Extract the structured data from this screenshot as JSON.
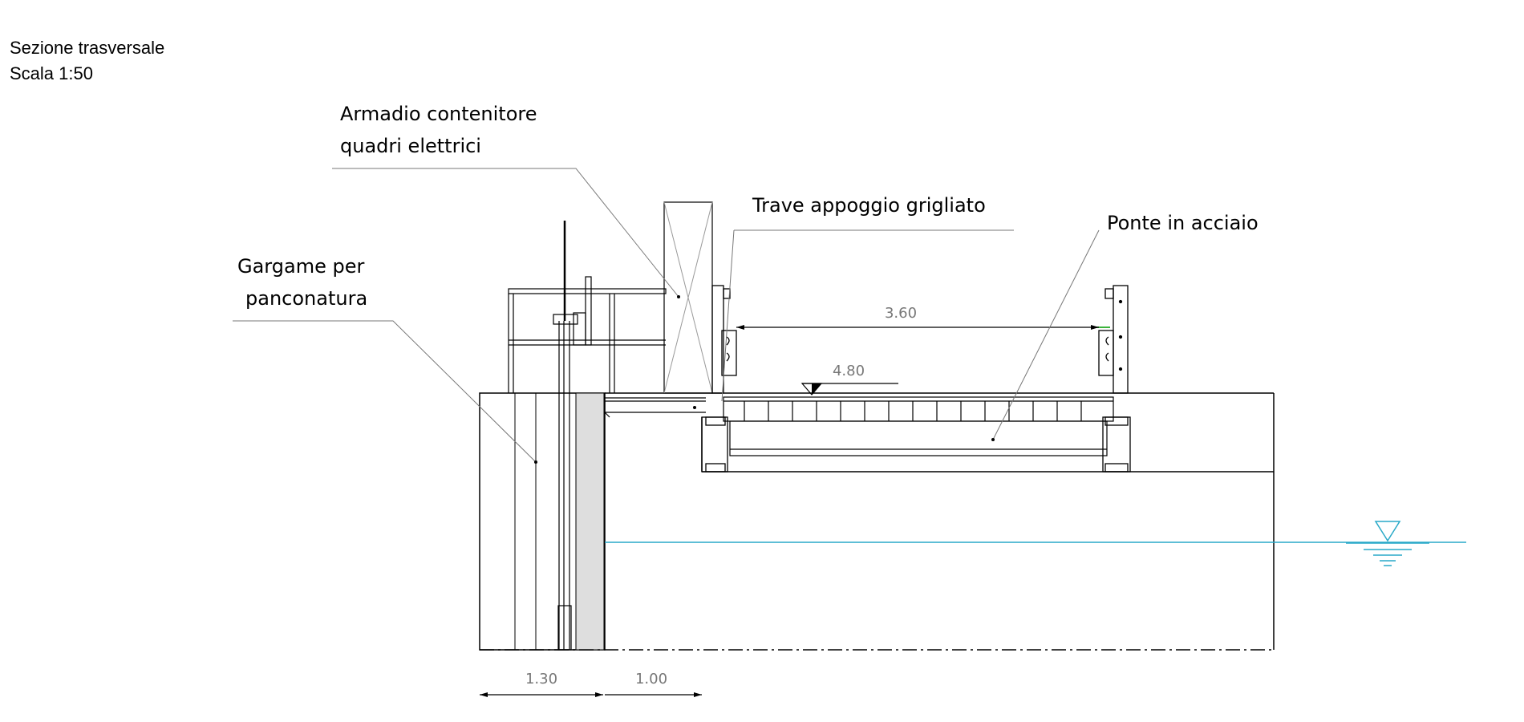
{
  "header": {
    "title": "Sezione trasversale",
    "scale": "Scala 1:50"
  },
  "labels": {
    "cabinet_line1": "Armadio contenitore",
    "cabinet_line2": "quadri elettrici",
    "beam": "Trave appoggio grigliato",
    "bridge": "Ponte in acciaio",
    "groove_line1": "Gargame per",
    "groove_line2": "panconatura"
  },
  "dimensions": {
    "span_inner": "3.60",
    "level_mark": "4.80",
    "left_width": "1.30",
    "right_width": "1.00"
  },
  "colors": {
    "drawing_line": "#000000",
    "leader_line": "#777777",
    "water_line": "#29a9c8",
    "fill_gray": "#dedede",
    "accent_green": "#3cb43c"
  }
}
